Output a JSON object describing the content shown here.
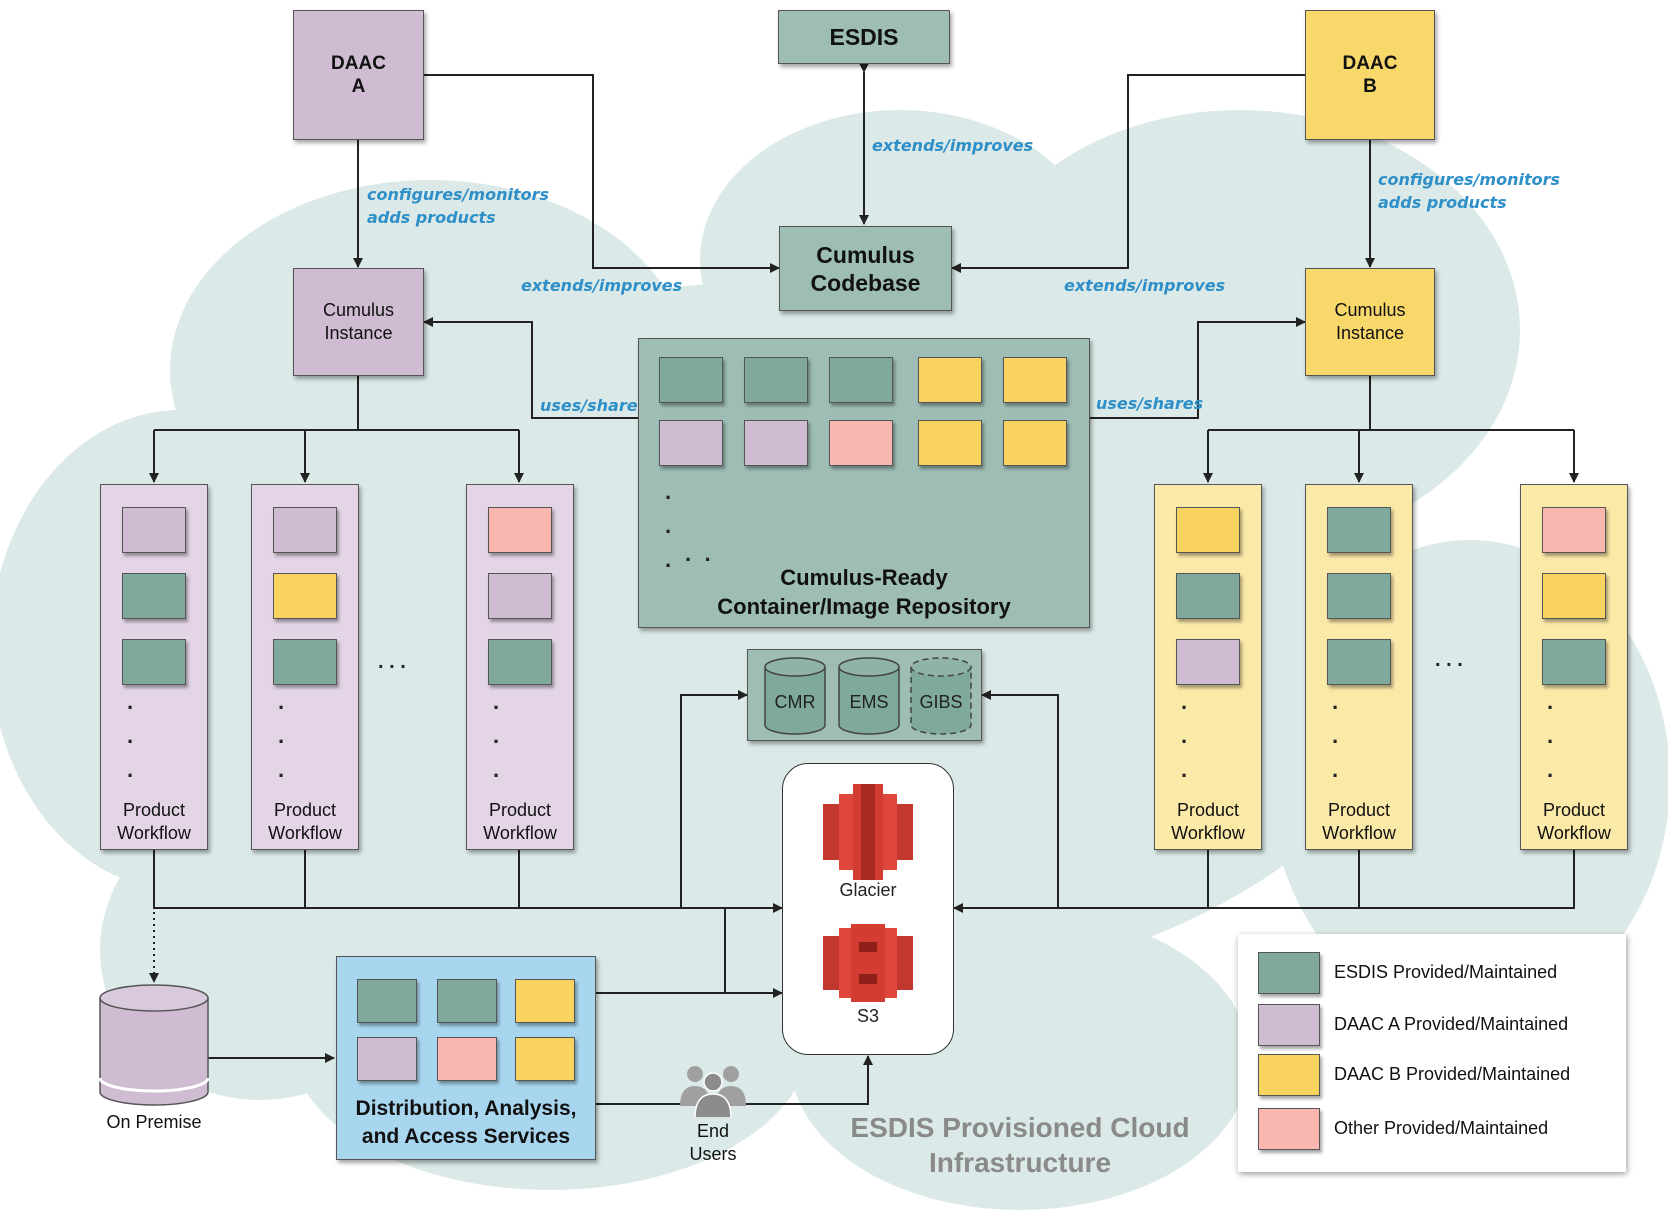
{
  "nodes": {
    "esdis": "ESDIS",
    "daac_a": "DAAC\nA",
    "daac_b": "DAAC\nB",
    "cumulus_codebase": "Cumulus\nCodebase",
    "cumulus_instance_a": "Cumulus\nInstance",
    "cumulus_instance_b": "Cumulus\nInstance",
    "repository": "Cumulus-Ready\nContainer/Image Repository",
    "product_workflow": "Product\nWorkflow",
    "cmr": "CMR",
    "ems": "EMS",
    "gibs": "GIBS",
    "glacier": "Glacier",
    "s3": "S3",
    "on_premise": "On Premise",
    "das": "Distribution, Analysis,\nand Access Services",
    "end_users": "End\nUsers"
  },
  "edge_labels": {
    "extends_improves": "extends/improves",
    "configures_monitors": "configures/monitors\nadds products",
    "uses_shares": "uses/shares"
  },
  "ellipsis": ". . .",
  "cloud_title": "ESDIS Provisioned Cloud\nInfrastructure",
  "legend": [
    {
      "label": "ESDIS Provided/Maintained",
      "color": "#7fa99d"
    },
    {
      "label": "DAAC A Provided/Maintained",
      "color": "#cfbcd3"
    },
    {
      "label": "DAAC B Provided/Maintained",
      "color": "#f8d360"
    },
    {
      "label": "Other Provided/Maintained",
      "color": "#f9b7b0"
    }
  ],
  "colors": {
    "esdis": "#7fa99d",
    "daac_a": "#cfbcd3",
    "daac_b": "#f8d360",
    "other": "#f9b7b0",
    "cloud": "#dbeae8",
    "services": "#a9d6ef",
    "edge_label": "#2f8fc8"
  }
}
